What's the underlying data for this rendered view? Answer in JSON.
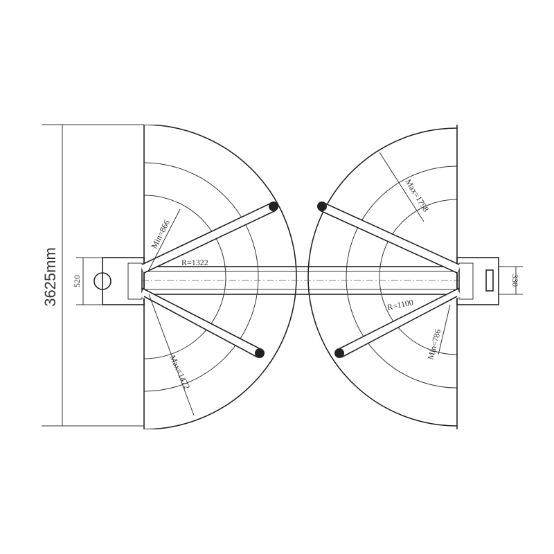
{
  "dimensions": {
    "overall_length": "3625mm",
    "left_post_width": "520",
    "right_post_width": "330",
    "left_arm_min": "Min=866",
    "left_arm_radius": "R=1322",
    "left_arm_max": "Max=1472",
    "right_arm_max": "Max=1798",
    "right_arm_radius": "R=1100",
    "right_arm_min": "Min=786"
  },
  "colors": {
    "line": "#333333",
    "background": "#ffffff"
  }
}
